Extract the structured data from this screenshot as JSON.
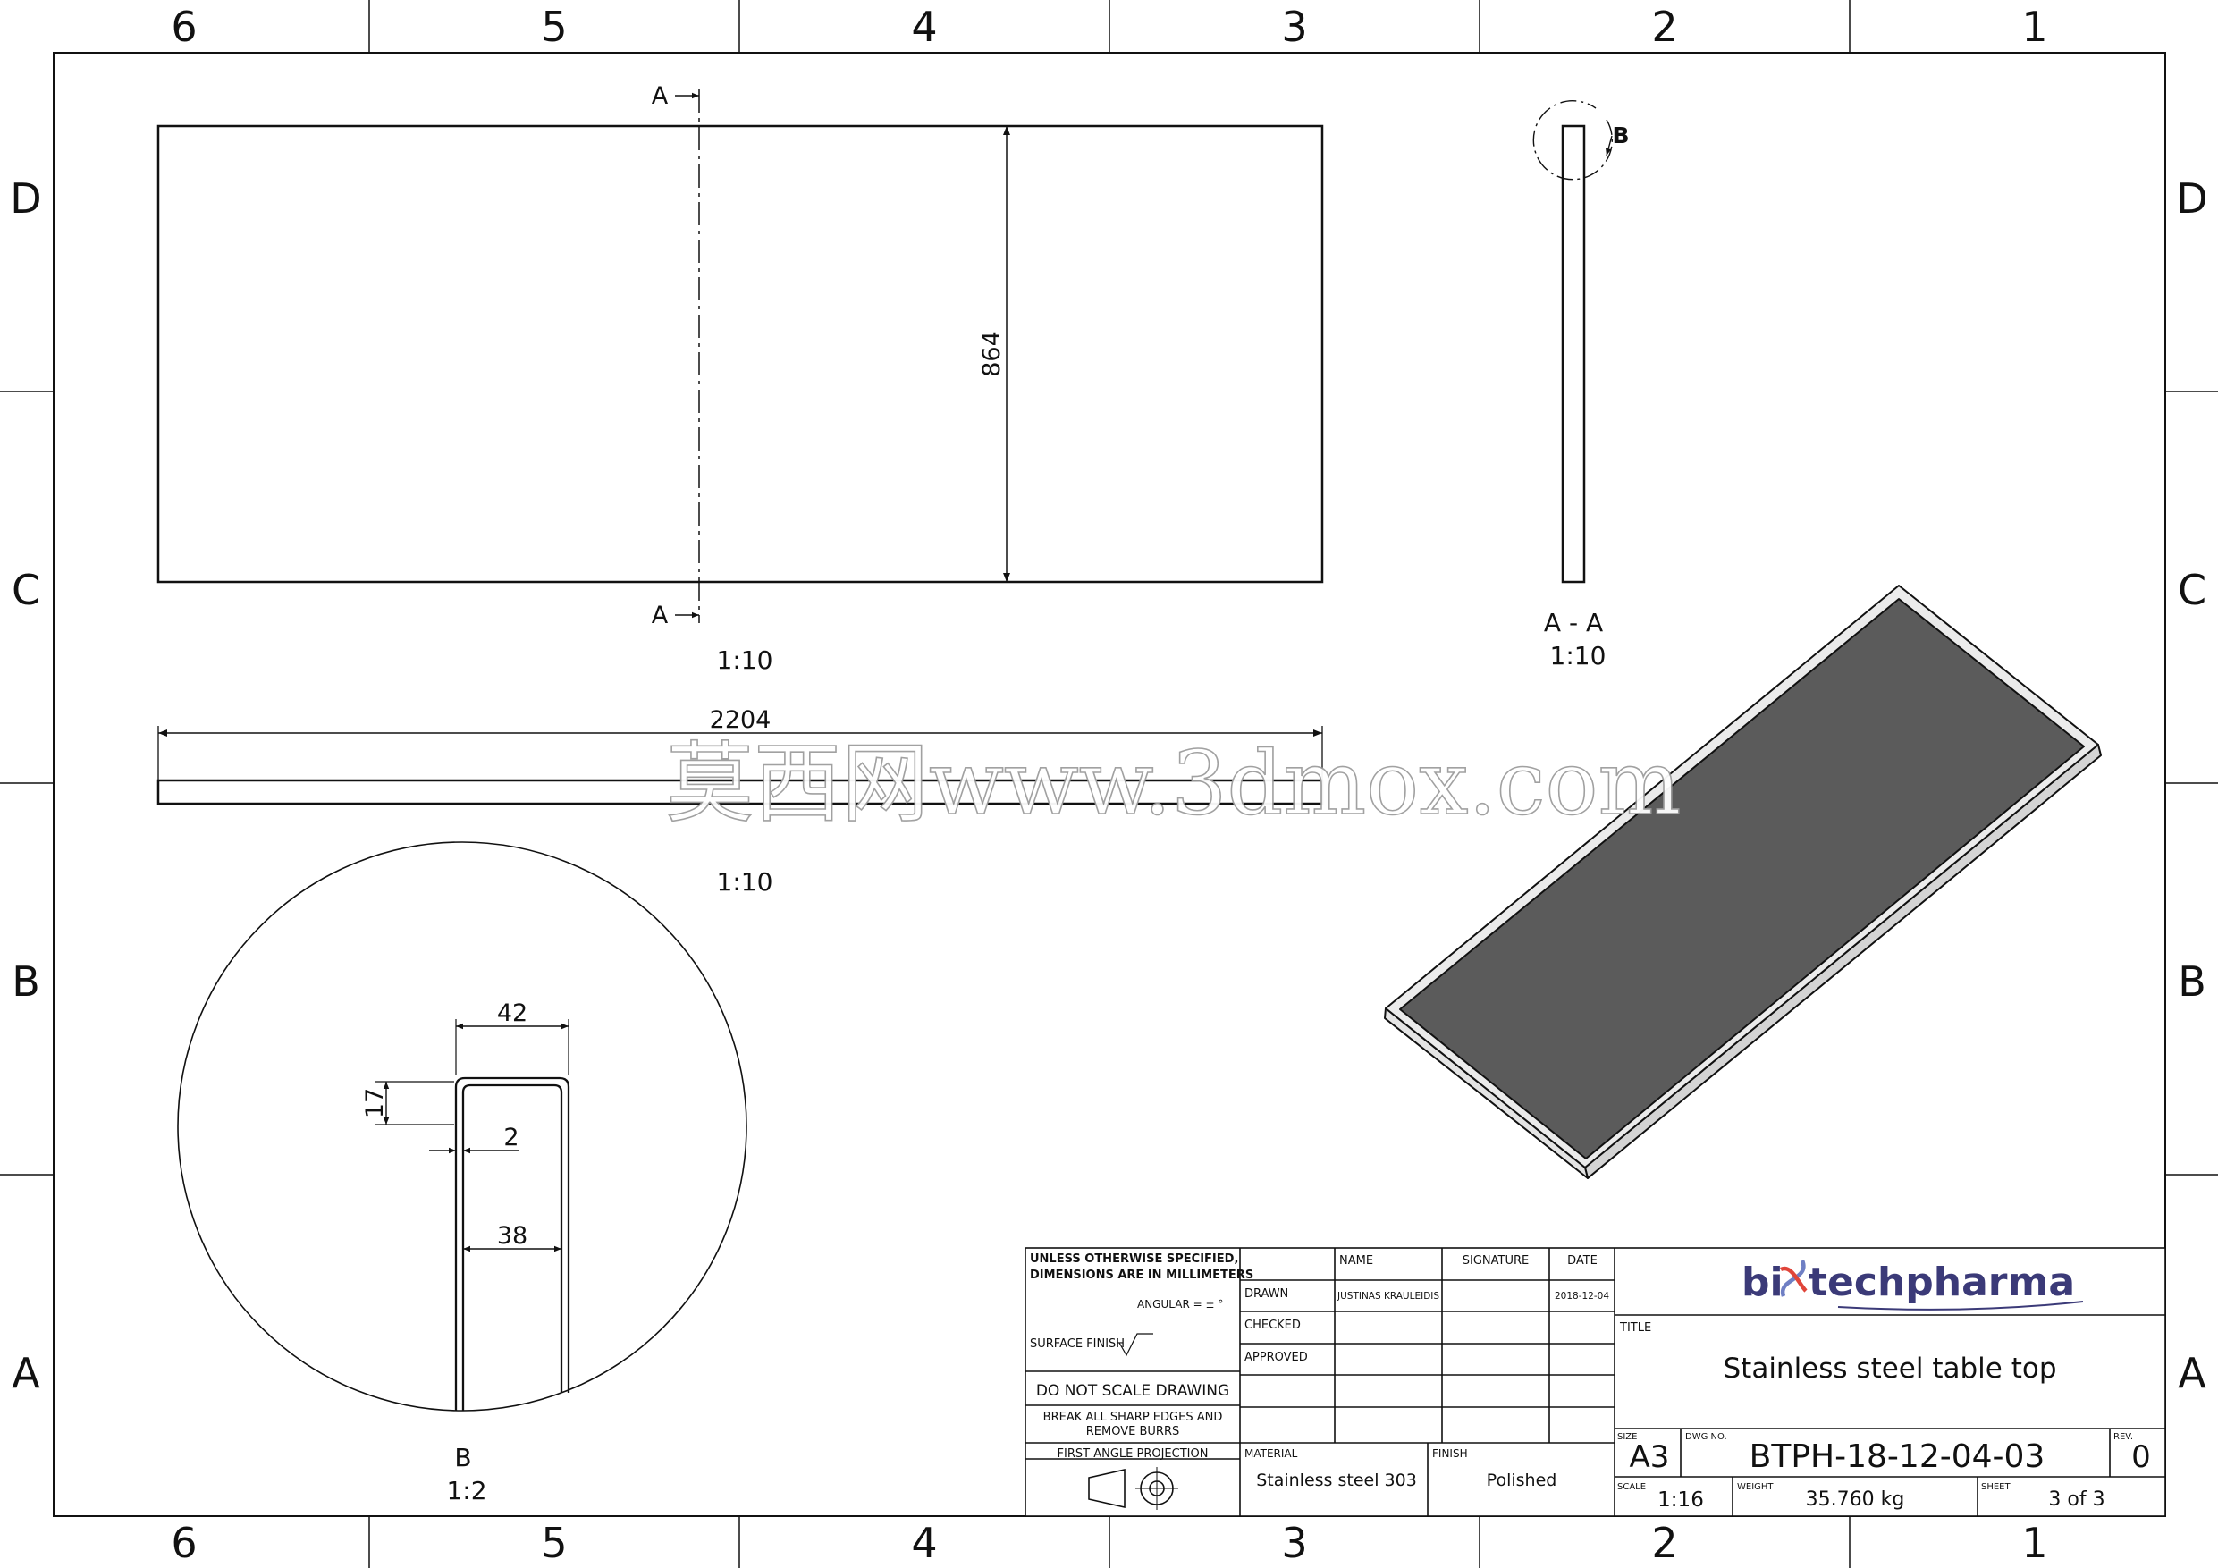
{
  "border_zones": {
    "columns": [
      "6",
      "5",
      "4",
      "3",
      "2",
      "1"
    ],
    "rows": [
      "D",
      "C",
      "B",
      "A"
    ]
  },
  "views": {
    "top_view": {
      "dimension": "864",
      "scale": "1:10"
    },
    "section_marker_label": "A",
    "section_view": {
      "label": "A - A",
      "scale": "1:10"
    },
    "detail_marker_label": "B",
    "front_view": {
      "dimension": "2204",
      "scale": "1:10"
    },
    "detail_view": {
      "label": "B",
      "scale": "1:2",
      "dimensions": {
        "outer_width": "42",
        "flange": "17",
        "thickness": "2",
        "inner_width": "38"
      }
    }
  },
  "watermark": "莫西网www.3dmox.com",
  "title_block": {
    "notes": {
      "unless": "UNLESS OTHERWISE SPECIFIED,",
      "dimensions": "DIMENSIONS ARE IN MILLIMETERS",
      "angular": "ANGULAR = ± °",
      "surface_finish": "SURFACE FINISH",
      "do_not_scale": "DO NOT SCALE DRAWING",
      "break_edges_1": "BREAK ALL SHARP EDGES AND",
      "break_edges_2": "REMOVE BURRS",
      "projection": "FIRST ANGLE PROJECTION"
    },
    "headers": {
      "name": "NAME",
      "signature": "SIGNATURE",
      "date": "DATE"
    },
    "rows": {
      "drawn": "DRAWN",
      "checked": "CHECKED",
      "approved": "APPROVED"
    },
    "drawn_by": "JUSTINAS KRAULEIDIS",
    "drawn_date": "2018-12-04",
    "material_label": "MATERIAL",
    "material": "Stainless steel 303",
    "finish_label": "FINISH",
    "finish": "Polished",
    "logo": {
      "part1": "bi",
      "part2": "techpharma",
      "colors": {
        "text": "#3b3a78",
        "helix_red": "#e0453a",
        "helix_blue": "#6f7fc4"
      }
    },
    "title_label": "TITLE",
    "title": "Stainless steel table top",
    "size_label": "SIZE",
    "size": "A3",
    "dwg_label": "DWG NO.",
    "dwg_no": "BTPH-18-12-04-03",
    "rev_label": "REV.",
    "rev": "0",
    "scale_label": "SCALE",
    "scale": "1:16",
    "weight_label": "WEIGHT",
    "weight": "35.760 kg",
    "sheet_label": "SHEET",
    "sheet": "3 of 3"
  },
  "colors": {
    "line": "#111111",
    "iso_top": "#5b5b5b",
    "iso_side": "#d8d8d8",
    "watermark": "#9c9c9c"
  }
}
